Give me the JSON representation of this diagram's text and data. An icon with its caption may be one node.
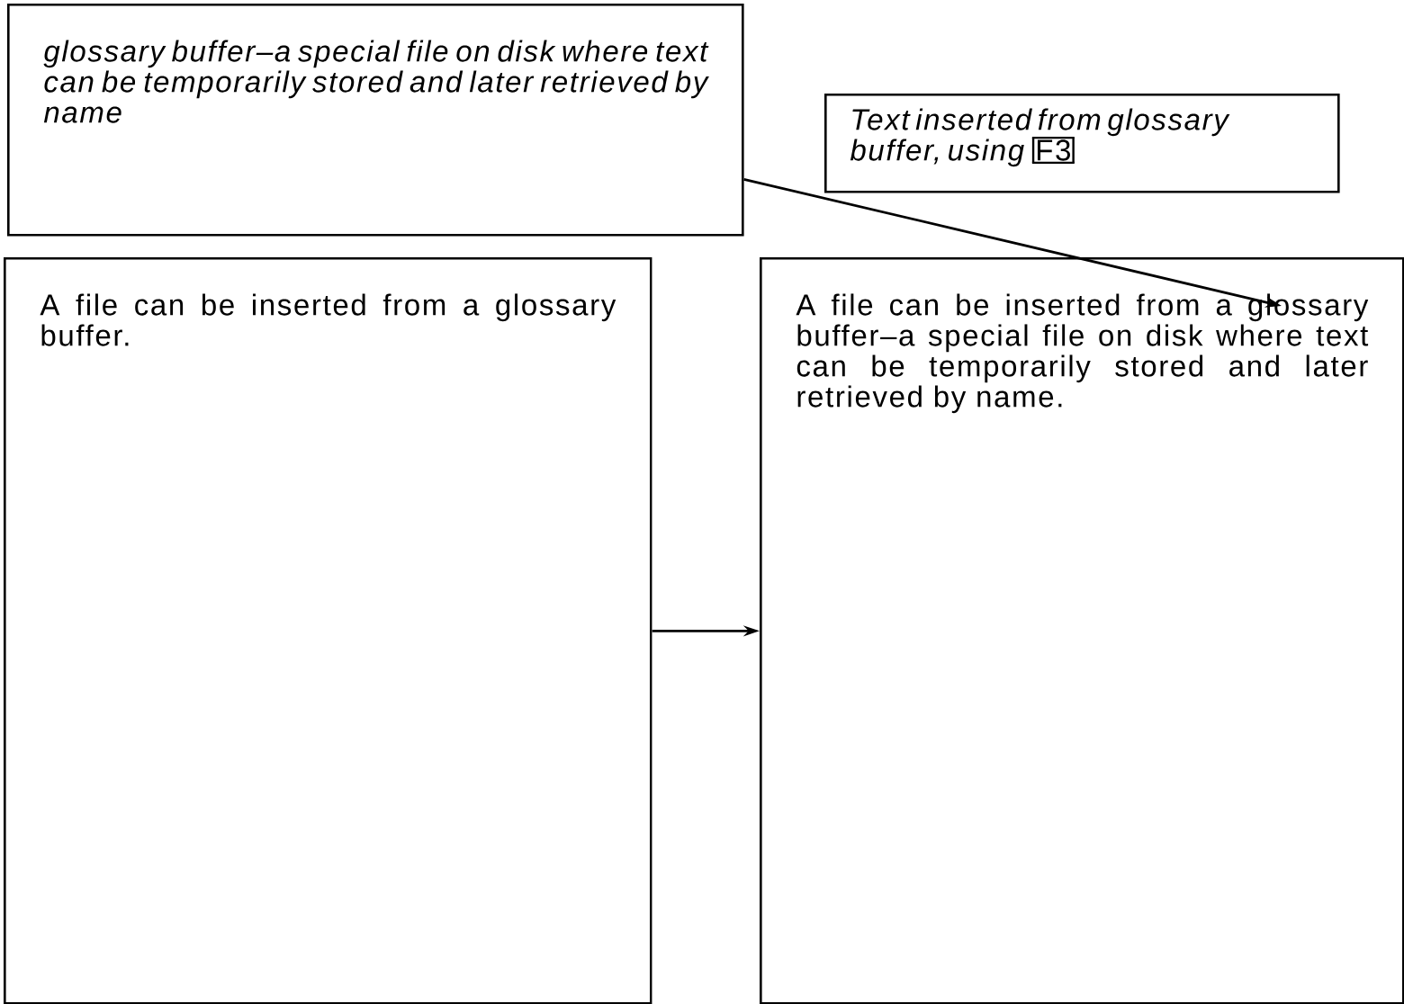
{
  "diagram": {
    "nodes": [
      {
        "text": [
          "glossary buffer–a special file on disk where text can be temporarily stored and later retrieved by name"
        ]
      },
      {
        "text": [
          "Text inserted from glossary buffer, using",
          "F3"
        ]
      },
      {
        "text": [
          "A file can be inserted from a glossary buffer."
        ]
      },
      {
        "text": [
          "A file can be inserted from a glossary buffer–a special file on disk where text can be temporarily stored and later retrieved by name."
        ]
      }
    ],
    "edges": [
      {
        "from": 0,
        "to": 3,
        "arrow": "to"
      },
      {
        "from": 2,
        "to": 3,
        "arrow": "to"
      }
    ]
  }
}
